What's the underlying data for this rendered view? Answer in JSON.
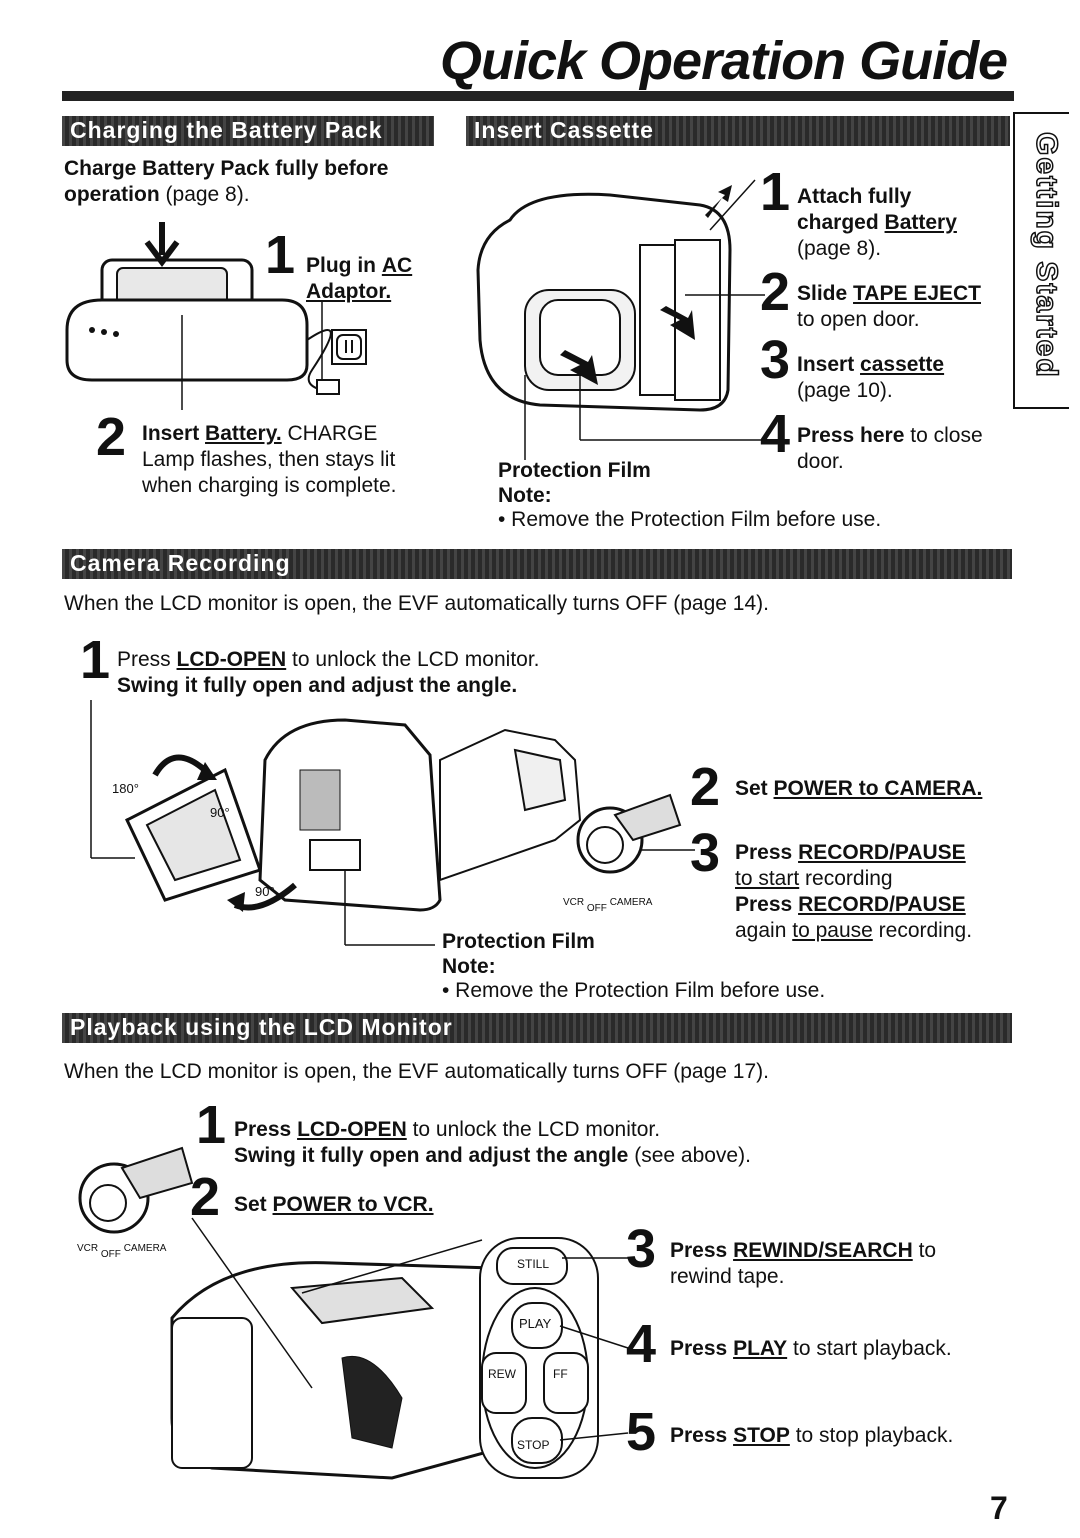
{
  "title": "Quick Operation Guide",
  "side_tab": "Getting Started",
  "page_number": "7",
  "charging": {
    "heading": "Charging the Battery Pack",
    "intro_bold": "Charge Battery Pack fully before",
    "intro_bold2": "operation",
    "intro_ref": "(page 8).",
    "step1_num": "1",
    "step1_a": "Plug in",
    "step1_b": "AC",
    "step1_c": "Adaptor.",
    "step2_num": "2",
    "step2_a": "Insert",
    "step2_b": "Battery.",
    "step2_c": "CHARGE",
    "step2_line2": "Lamp flashes, then stays lit",
    "step2_line3": "when charging is complete."
  },
  "cassette": {
    "heading": "Insert Cassette",
    "s1_num": "1",
    "s1_a": "Attach fully",
    "s1_b": "charged",
    "s1_c": "Battery",
    "s1_d": "(page 8).",
    "s2_num": "2",
    "s2_a": "Slide",
    "s2_b": "TAPE EJECT",
    "s2_c": "to open door.",
    "s3_num": "3",
    "s3_a": "Insert",
    "s3_b": "cassette",
    "s3_c": "(page 10).",
    "s4_num": "4",
    "s4_a": "Press here",
    "s4_b": "to close",
    "s4_c": "door.",
    "film_label": "Protection Film",
    "note_label": "Note:",
    "note_text": "• Remove the Protection Film before use."
  },
  "recording": {
    "heading": "Camera Recording",
    "intro": "When the LCD monitor is open, the EVF automatically turns OFF (page 14).",
    "s1_num": "1",
    "s1_a": "Press",
    "s1_b": "LCD-OPEN",
    "s1_c": "to unlock the LCD monitor.",
    "s1_d": "Swing it fully open and adjust the angle.",
    "angle_180": "180°",
    "angle_90a": "90°",
    "angle_90b": "90°",
    "s2_num": "2",
    "s2_a": "Set",
    "s2_b": "POWER to CAMERA.",
    "s3_num": "3",
    "s3_a": "Press",
    "s3_b": "RECORD/PAUSE",
    "s3_c": "to start",
    "s3_d": "recording",
    "s3_e": "Press",
    "s3_f": "RECORD/PAUSE",
    "s3_g": "again",
    "s3_h": "to pause",
    "s3_i": "recording.",
    "dial_vcr": "VCR",
    "dial_off": "OFF",
    "dial_camera": "CAMERA",
    "film_label": "Protection Film",
    "note_label": "Note:",
    "note_text": "• Remove the Protection Film before use."
  },
  "playback": {
    "heading": "Playback using the LCD Monitor",
    "intro": "When the LCD monitor is open, the EVF automatically turns OFF (page 17).",
    "s1_num": "1",
    "s1_a": "Press",
    "s1_b": "LCD-OPEN",
    "s1_c": "to unlock the LCD monitor.",
    "s1_d": "Swing it fully open and adjust the angle",
    "s1_e": "(see above).",
    "s2_num": "2",
    "s2_a": "Set",
    "s2_b": "POWER to VCR.",
    "dial_vcr": "VCR",
    "dial_off": "OFF",
    "dial_camera": "CAMERA",
    "s3_num": "3",
    "s3_a": "Press",
    "s3_b": "REWIND/SEARCH",
    "s3_c": "to",
    "s3_d": "rewind tape.",
    "s4_num": "4",
    "s4_a": "Press",
    "s4_b": "PLAY",
    "s4_c": "to start playback.",
    "s5_num": "5",
    "s5_a": "Press",
    "s5_b": "STOP",
    "s5_c": "to stop playback.",
    "btn_still": "STILL",
    "btn_play": "PLAY",
    "btn_rew": "REW",
    "btn_ff": "FF",
    "btn_stop": "STOP"
  }
}
